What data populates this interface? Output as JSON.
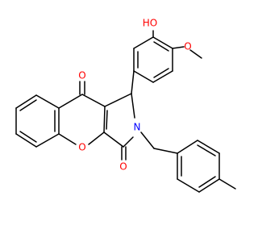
{
  "molecule": {
    "atoms": {
      "o_hydroxyl": {
        "text": "HO",
        "color": "#ff0000"
      },
      "o_methoxy": {
        "text": "O",
        "color": "#ff0000"
      },
      "o_ketone": {
        "text": "O",
        "color": "#ff0000"
      },
      "o_ring": {
        "text": "O",
        "color": "#ff0000"
      },
      "o_lactam": {
        "text": "O",
        "color": "#ff0000"
      },
      "n_ring": {
        "text": "N",
        "color": "#0000ff"
      }
    }
  }
}
